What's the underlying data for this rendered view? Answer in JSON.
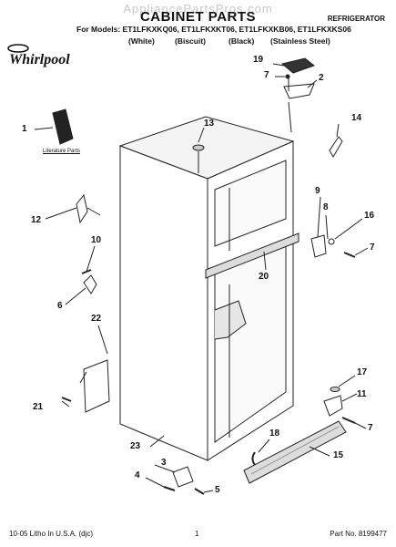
{
  "header": {
    "watermark": "AppliancePartsPros.com",
    "title": "CABINET PARTS",
    "appliance_type": "REFRIGERATOR",
    "models_line": "For Models: ET1LFKXKQ06, ET1LFKXKT06, ET1LFKXKB06, ET1LFKXKS06",
    "colors": [
      "(White)",
      "(Biscuit)",
      "(Black)",
      "(Stainless Steel)"
    ]
  },
  "brand": {
    "name": "Whirlpool"
  },
  "literature_label": "Literature Parts",
  "callouts": {
    "c1": "1",
    "c2": "2",
    "c3": "3",
    "c4": "4",
    "c5": "5",
    "c6": "6",
    "c7a": "7",
    "c7b": "7",
    "c7c": "7",
    "c8": "8",
    "c9": "9",
    "c10": "10",
    "c11": "11",
    "c12": "12",
    "c13": "13",
    "c14": "14",
    "c15": "15",
    "c16": "16",
    "c17": "17",
    "c18": "18",
    "c19": "19",
    "c20": "20",
    "c21": "21",
    "c22": "22",
    "c23": "23"
  },
  "footer": {
    "left": "10-05 Litho In U.S.A. (djc)",
    "page": "1",
    "part_no": "Part No. 8199477"
  }
}
